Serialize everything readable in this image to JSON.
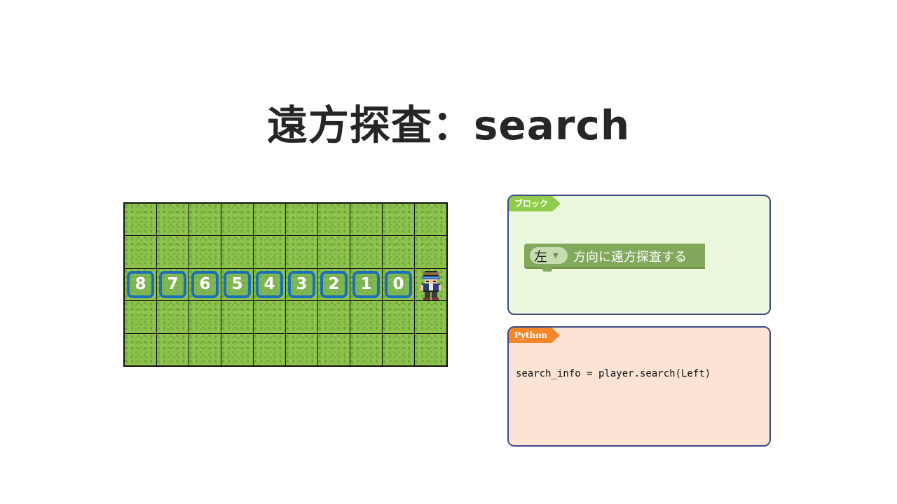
{
  "slide": {
    "title": "遠方探査：search"
  },
  "board": {
    "columns": 10,
    "rows": 5,
    "search_row": 3,
    "numbered_tiles": [
      "8",
      "7",
      "6",
      "5",
      "4",
      "3",
      "2",
      "1",
      "0"
    ],
    "player_column": 10,
    "tile_border_color": "#1a70b8",
    "grass_color": "#8cc24c",
    "player_icon": "player-character-icon"
  },
  "block_panel": {
    "tag": "ブロック",
    "tag_color": "#8fcc4a",
    "background": "#ebf8dc",
    "block": {
      "dropdown_value": "左",
      "text": "方向に遠方探査する",
      "color": "#82a85c"
    }
  },
  "python_panel": {
    "tag": "Python",
    "tag_color": "#f5862a",
    "background": "#fde3d3",
    "code": "search_info = player.search(Left)"
  }
}
